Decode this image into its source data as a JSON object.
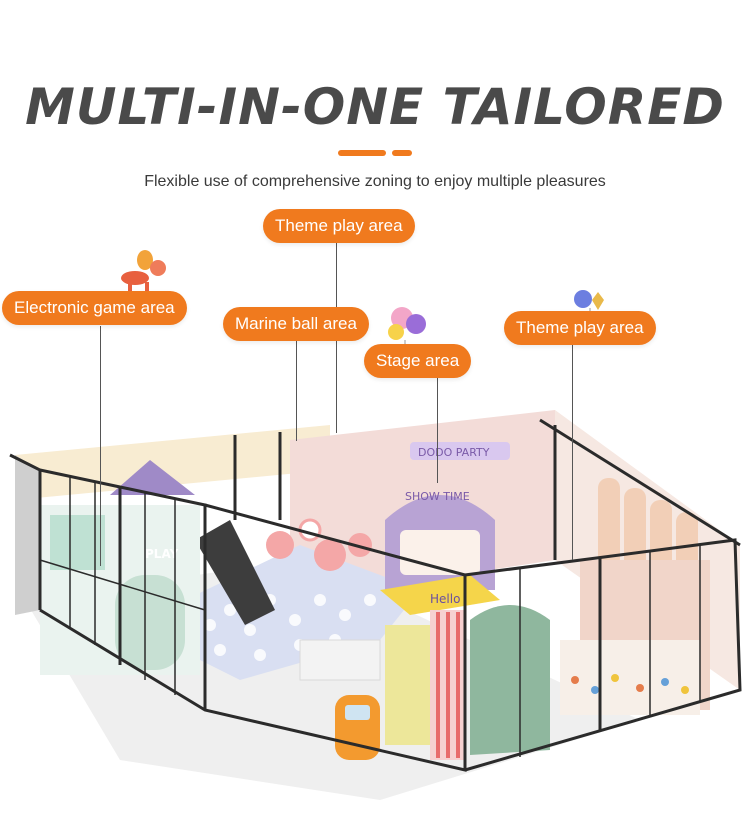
{
  "header": {
    "title": "MULTI-IN-ONE TAILORED",
    "subtitle": "Flexible use of comprehensive zoning to enjoy multiple pleasures"
  },
  "labels": {
    "theme_play_top": "Theme play area",
    "electronic_game": "Electronic game area",
    "marine_ball": "Marine ball area",
    "stage": "Stage area",
    "theme_play_right": "Theme play area"
  },
  "scene_text": {
    "banner": "DODO PARTY",
    "play_sign": "PLAY",
    "show_sign": "SHOW TIME",
    "hello_mat": "Hello"
  },
  "colors": {
    "accent": "#f07a1e",
    "title": "#4a4a4a",
    "frame": "#2b2b2b",
    "pink_wall": "#f3dcd8",
    "cream_wall": "#f8ecd2",
    "ball_pit": "#d9dff2",
    "green_panel": "#8fb79e"
  }
}
